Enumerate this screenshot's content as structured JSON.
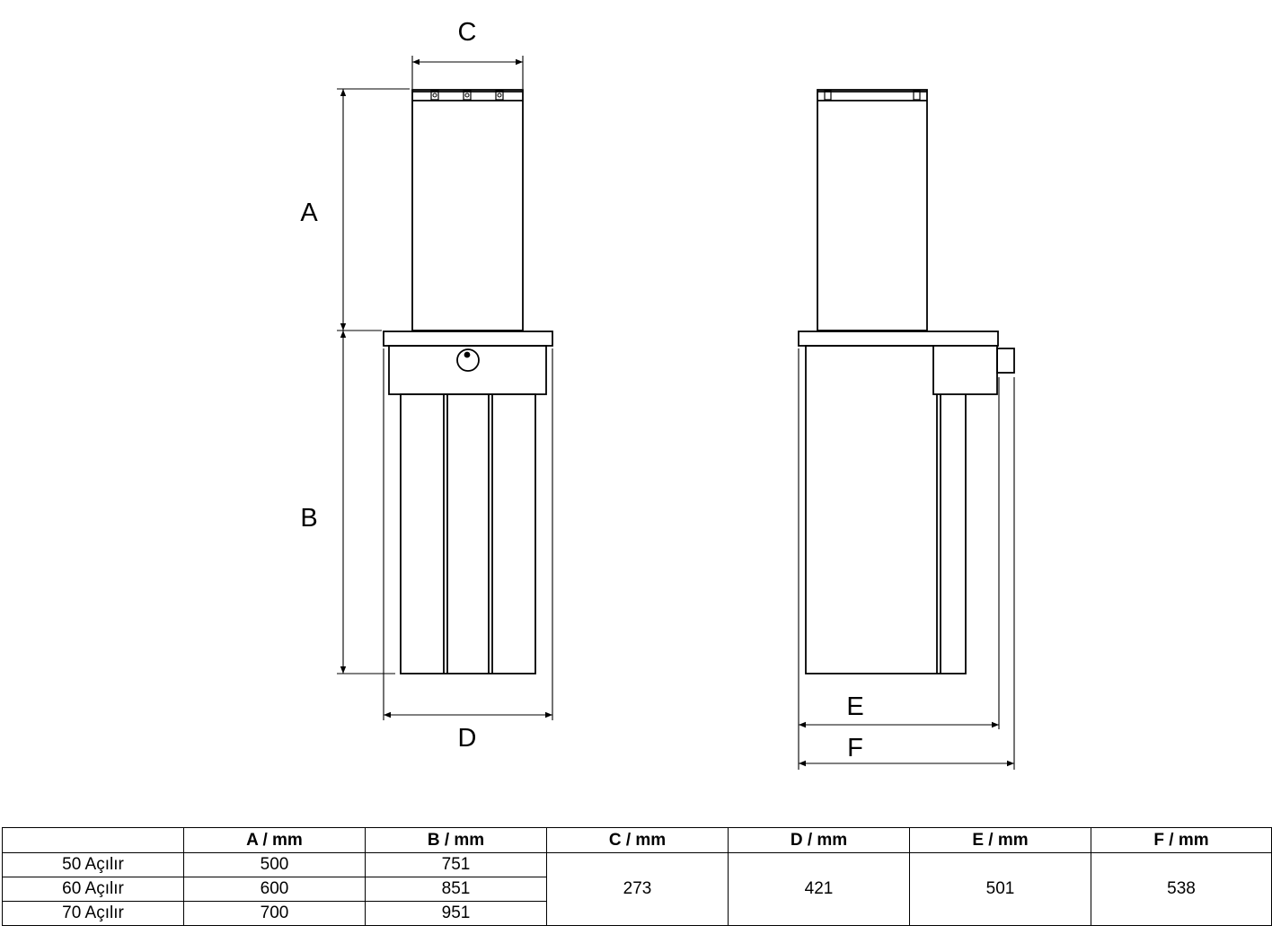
{
  "labels": {
    "a": "A",
    "b": "B",
    "c": "C",
    "d": "D",
    "e": "E",
    "f": "F"
  },
  "table": {
    "headers": [
      "",
      "A / mm",
      "B / mm",
      "C / mm",
      "D / mm",
      "E / mm",
      "F / mm"
    ],
    "rows": [
      {
        "model": "50 Açılır",
        "a": "500",
        "b": "751"
      },
      {
        "model": "60 Açılır",
        "a": "600",
        "b": "851"
      },
      {
        "model": "70 Açılır",
        "a": "700",
        "b": "951"
      }
    ],
    "shared": {
      "c": "273",
      "d": "421",
      "e": "501",
      "f": "538"
    }
  }
}
